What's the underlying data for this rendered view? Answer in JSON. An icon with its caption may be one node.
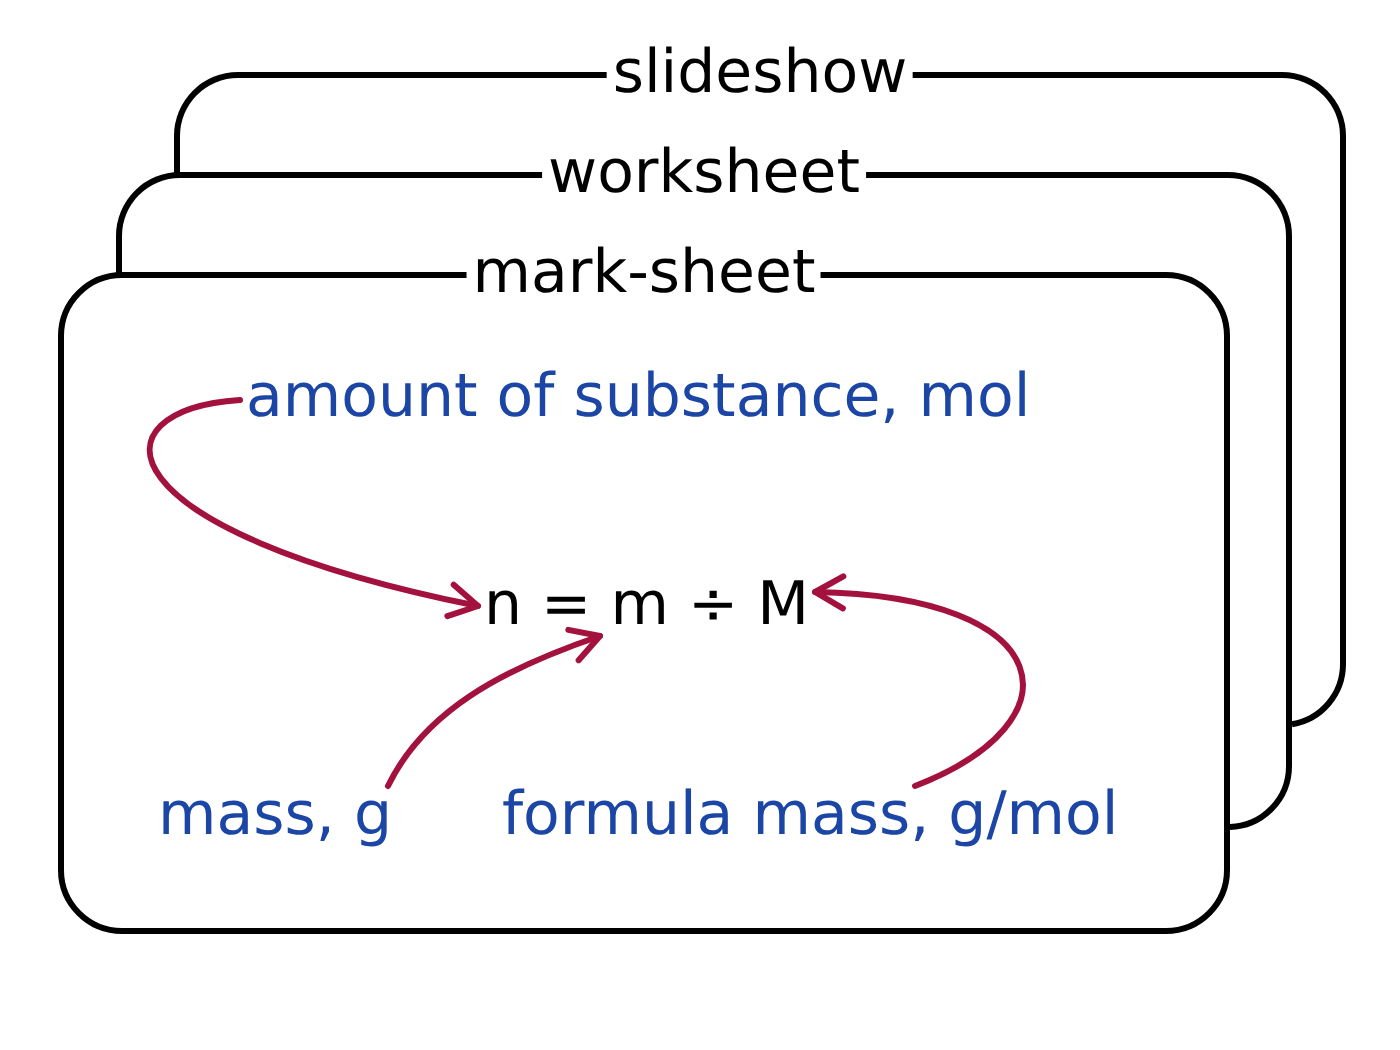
{
  "diagram": {
    "nodes": [
      {
        "text": [
          "slideshow"
        ]
      },
      {
        "text": [
          "worksheet"
        ]
      },
      {
        "text": [
          "mark-sheet"
        ]
      },
      {
        "text": [
          "amount of substance, mol"
        ],
        "in": 2
      },
      {
        "text": [
          "n = m ÷ M"
        ],
        "in": 2
      },
      {
        "text": [
          "mass, g"
        ],
        "in": 2
      },
      {
        "text": [
          "formula mass, g/mol"
        ],
        "in": 2
      }
    ],
    "edges": [
      {
        "from": 3,
        "to": 4,
        "arrow": "to"
      },
      {
        "from": 5,
        "to": 4,
        "arrow": "to"
      },
      {
        "from": 6,
        "to": 4,
        "arrow": "to"
      }
    ]
  }
}
